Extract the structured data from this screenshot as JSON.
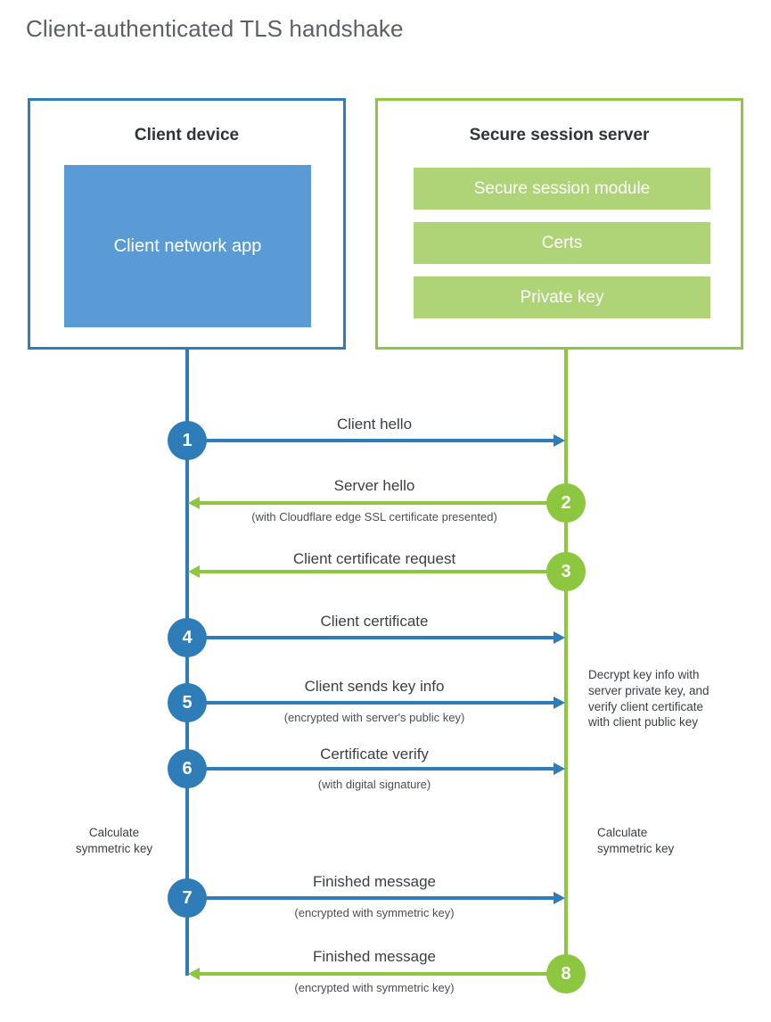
{
  "title": "Client-authenticated TLS handshake",
  "colors": {
    "client_blue": "#2E7CB8",
    "client_app_fill": "#5B9BD5",
    "server_green": "#8DC63F",
    "server_bar_fill": "#AED477",
    "title_gray": "#5b6066",
    "text_dark": "#30353a"
  },
  "client": {
    "title": "Client device",
    "app_label": "Client network app"
  },
  "server": {
    "title": "Secure session server",
    "components": [
      "Secure session module",
      "Certs",
      "Private key"
    ]
  },
  "steps": [
    {
      "number": "1",
      "label": "Client hello",
      "sublabel": "",
      "direction": "right",
      "color": "blue"
    },
    {
      "number": "2",
      "label": "Server hello",
      "sublabel": "(with Cloudflare edge SSL certificate presented)",
      "direction": "left",
      "color": "green"
    },
    {
      "number": "3",
      "label": "Client certificate request",
      "sublabel": "",
      "direction": "left",
      "color": "green"
    },
    {
      "number": "4",
      "label": "Client certificate",
      "sublabel": "",
      "direction": "right",
      "color": "blue"
    },
    {
      "number": "5",
      "label": "Client sends key info",
      "sublabel": "(encrypted with server's public key)",
      "direction": "right",
      "color": "blue"
    },
    {
      "number": "6",
      "label": "Certificate verify",
      "sublabel": "(with digital signature)",
      "direction": "right",
      "color": "blue"
    },
    {
      "number": "7",
      "label": "Finished message",
      "sublabel": "(encrypted with symmetric key)",
      "direction": "right",
      "color": "blue"
    },
    {
      "number": "8",
      "label": "Finished message",
      "sublabel": "(encrypted with symmetric key)",
      "direction": "left",
      "color": "green"
    }
  ],
  "annotations": {
    "server_decrypt_line1": "Decrypt key info with",
    "server_decrypt_line2": "server private key, and",
    "server_decrypt_line3": "verify client certificate",
    "server_decrypt_line4": "with client public key",
    "client_calc_line1": "Calculate",
    "client_calc_line2": "symmetric key",
    "server_calc_line1": "Calculate",
    "server_calc_line2": "symmetric key"
  }
}
